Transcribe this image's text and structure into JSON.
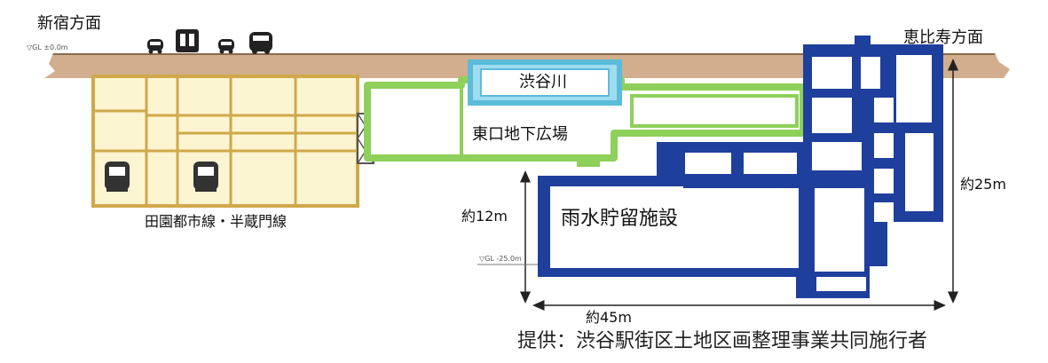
{
  "labels": {
    "shinjuku_direction": "新宿方面",
    "ebisu_direction": "恵比寿方面",
    "shibuya_river": "渋谷川",
    "east_exit_plaza": "東口地下広場",
    "rainwater_facility": "雨水貯留施設",
    "subway_lines": "田園都市線・半蔵門線",
    "depth_12": "約12m",
    "depth_25": "約25m",
    "width_45": "約45m",
    "gl_top": "▽GL ±0.0m",
    "gl_bottom": "▽GL -25.0m",
    "credit": "提供：渋谷駅街区土地区画整理事業共同施行者"
  },
  "colors": {
    "ground": "#d2ae8e",
    "subway_fill": "#fcf5d2",
    "subway_outline": "#cfa94a",
    "plaza_fill": "#ffffff",
    "plaza_outline": "#8ed05a",
    "river_fill": "#9edcf0",
    "river_outline": "#5bbcd9",
    "facility": "#1f3f9c",
    "dimension": "#222222"
  }
}
